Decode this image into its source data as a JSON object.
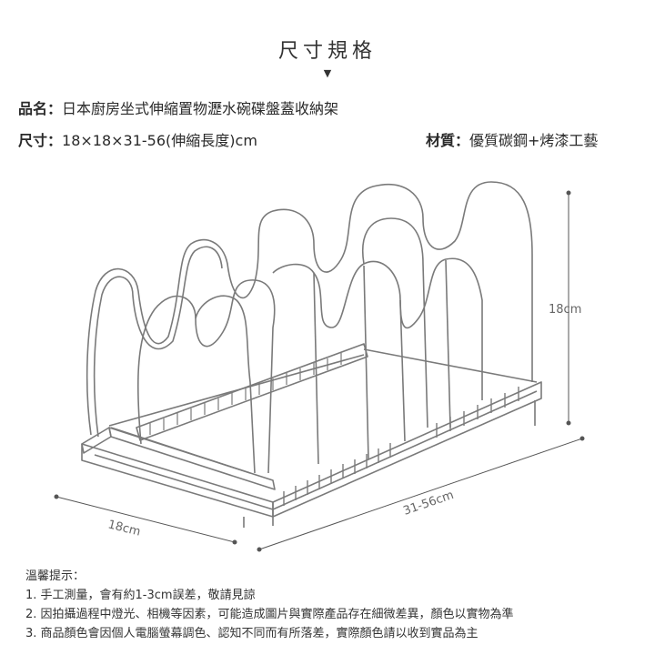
{
  "header": {
    "title": "尺寸規格",
    "arrow_glyph": "▼"
  },
  "specs": {
    "name_label": "品名：",
    "name_value": "日本廚房坐式伸縮置物瀝水碗碟盤蓋收納架",
    "size_label": "尺寸：",
    "size_value": "18×18×31-56(伸縮長度)cm",
    "material_label": "材質：",
    "material_value": "優質碳鋼+烤漆工藝"
  },
  "dimensions": {
    "height": "18cm",
    "length": "31-56cm",
    "width": "18cm"
  },
  "notes": {
    "title": "溫馨提示：",
    "items": [
      "1. 手工測量，會有約1-3cm誤差，敬請見諒",
      "2. 因拍攝過程中燈光、相機等因素，可能造成圖片與實際產品存在細微差異，顏色以實物為準",
      "3. 商品顏色會因個人電腦螢幕調色、認知不同而有所落差，實際顏色請以收到實品為主"
    ]
  },
  "colors": {
    "text": "#2b2b2b",
    "product_outline": "#7a7a7a",
    "dimension_line": "#555555"
  }
}
